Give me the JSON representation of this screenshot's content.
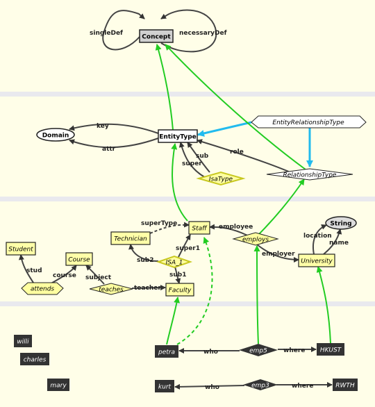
{
  "colors": {
    "background": "#fffee8",
    "band": "#e9e9ee",
    "class_fill": "#ffffa8",
    "diamond_fill": "#ffffa0",
    "individual_fill": "#333333",
    "green_edge": "#22cc22",
    "cyan_edge": "#22bbee",
    "dark_edge": "#333333"
  },
  "nodes": {
    "concept": "Concept",
    "entity_type": "EntityType",
    "domain": "Domain",
    "entity_relationship_type": "EntityRelationshipType",
    "isa_type": "IsaType",
    "relationship_type": "RelationshipType",
    "staff": "Staff",
    "technician": "Technician",
    "isa_1": "ISA_1",
    "faculty": "Faculty",
    "employs": "employs",
    "string": "String",
    "university": "University",
    "student": "Student",
    "course": "Course",
    "attends": "attends",
    "teaches": "teaches",
    "willi": "willi",
    "charles": "charles",
    "mary": "mary",
    "petra": "petra",
    "emp5": "emp5",
    "hkust": "HKUST",
    "kurt": "kurt",
    "emp3": "emp3",
    "rwth": "RWTH"
  },
  "edge_labels": {
    "single_def": "singleDef",
    "necessary_def": "necessaryDef",
    "key": "key",
    "attr": "attr",
    "sub": "sub",
    "super": "super",
    "role": "role",
    "super_type": "superType",
    "employee": "employee",
    "super1": "super1",
    "sub2": "sub2",
    "sub1": "sub1",
    "location": "location",
    "name": "name",
    "employer": "employer",
    "stud": "stud",
    "course": "course",
    "subject": "subject",
    "teacher": "teacher",
    "who_1": "who",
    "where_1": "where",
    "who_2": "who",
    "where_2": "where"
  }
}
